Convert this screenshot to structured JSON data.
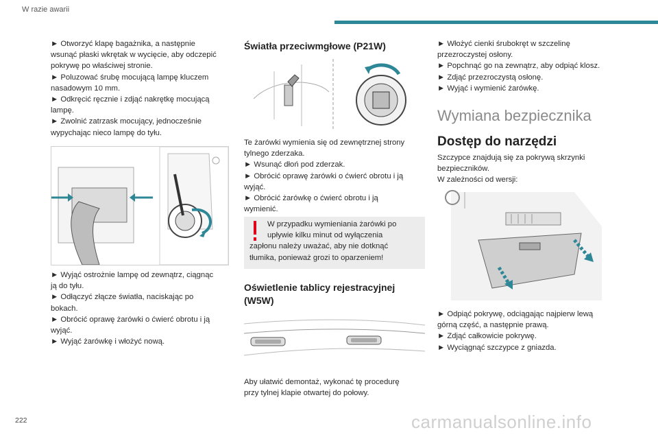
{
  "header": {
    "section_title": "W razie awarii",
    "accent_color": "#2d8796"
  },
  "footer": {
    "page_number": "222",
    "watermark": "carmanualsonline.info"
  },
  "col1": {
    "steps_top": [
      "► Otworzyć klapę bagażnika, a następnie",
      "wsunąć płaski wkrętak w wycięcie, aby odczepić",
      "pokrywę po właściwej stronie.",
      "► Poluzować śrubę mocującą lampę kluczem",
      "nasadowym 10 mm.",
      "► Odkręcić ręcznie i zdjąć nakrętkę mocującą",
      "lampę.",
      "► Zwolnić zatrzask mocujący, jednocześnie",
      "wypychając nieco lampę do tyłu."
    ],
    "steps_bottom": [
      "► Wyjąć ostrożnie lampę od zewnątrz, ciągnąc",
      "ją do tyłu.",
      "► Odłączyć złącze światła, naciskając po",
      "bokach.",
      "► Obrócić oprawę żarówki o ćwierć obrotu i ją",
      "wyjąć.",
      "► Wyjąć żarówkę i włożyć nową."
    ]
  },
  "col2": {
    "heading_fog": "Światła przeciwmgłowe (P21W)",
    "fog_text": [
      "Te żarówki wymienia się od zewnętrznej strony",
      "tylnego zderzaka.",
      "► Wsunąć dłoń pod zderzak.",
      "► Obrócić oprawę żarówki o ćwierć obrotu i ją",
      "wyjąć.",
      "► Obrócić żarówkę o ćwierć obrotu i ją",
      "wymienić."
    ],
    "warning_lines": [
      "W przypadku wymieniania żarówki po",
      "upływie kilku minut od wyłączenia",
      "zapłonu należy uważać, aby nie dotknąć",
      "tłumika, ponieważ grozi to oparzeniem!"
    ],
    "warning_color": "#e2001a",
    "heading_plate_1": "Oświetlenie tablicy rejestracyjnej",
    "heading_plate_2": "(W5W)",
    "plate_text": [
      "Aby ułatwić demontaż, wykonać tę procedurę",
      "przy tylnej klapie otwartej do połowy."
    ]
  },
  "col3": {
    "steps_top": [
      "► Włożyć cienki śrubokręt w szczelinę",
      "przezroczystej osłony.",
      "► Popchnąć go na zewnątrz, aby odpiąć klosz.",
      "► Zdjąć przezroczystą osłonę.",
      "► Wyjąć i wymienić żarówkę."
    ],
    "heading_fuse": "Wymiana bezpiecznika",
    "heading_tools": "Dostęp do narzędzi",
    "tools_text": [
      "Szczypce znajdują się za pokrywą skrzynki",
      "bezpieczników.",
      "W zależności od wersji:"
    ],
    "steps_bottom": [
      "► Odpiąć pokrywę, odciągając najpierw lewą",
      "górną część, a następnie prawą.",
      "► Zdjąć całkowicie pokrywę.",
      "► Wyciągnąć szczypce z gniazda."
    ]
  }
}
